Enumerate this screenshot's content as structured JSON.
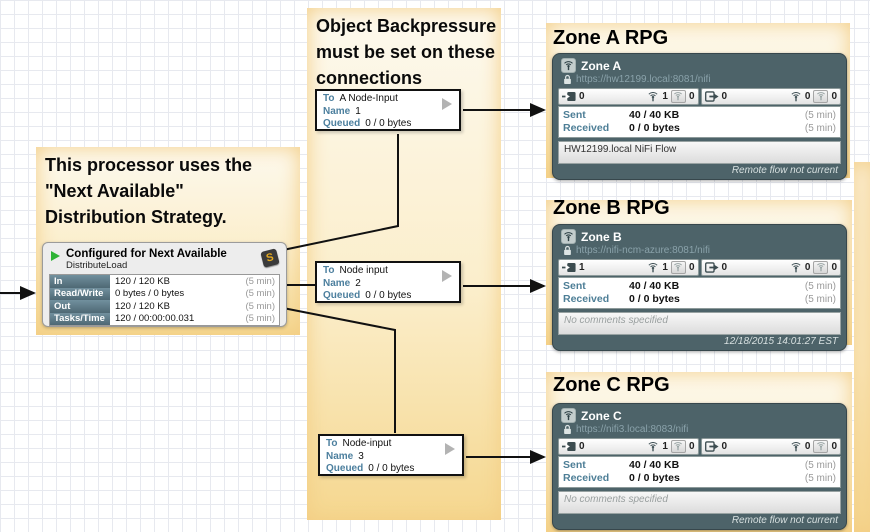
{
  "labels": {
    "to": "To",
    "name": "Name",
    "queued": "Queued",
    "sent": "Sent",
    "received": "Received",
    "window": "(5 min)"
  },
  "annotations": {
    "processor_note": "This processor uses the\n\"Next Available\"\nDistribution Strategy.",
    "backpressure_note": "Object Backpressure\nmust be set on these\nconnections"
  },
  "processor": {
    "title": "Configured for Next Available",
    "type": "DistributeLoad",
    "type_icon_glyph": "S",
    "stats": [
      {
        "label": "In",
        "value": "120 / 120 KB"
      },
      {
        "label": "Read/Write",
        "value": "0 bytes / 0 bytes"
      },
      {
        "label": "Out",
        "value": "120 / 120 KB"
      },
      {
        "label": "Tasks/Time",
        "value": "120 / 00:00:00.031"
      }
    ]
  },
  "connections": [
    {
      "to": "A Node-Input",
      "name": "1",
      "queued": "0 / 0 bytes"
    },
    {
      "to": "Node input",
      "name": "2",
      "queued": "0 / 0 bytes"
    },
    {
      "to": "Node-input",
      "name": "3",
      "queued": "0 / 0 bytes"
    }
  ],
  "rpgs": [
    {
      "title": "Zone A RPG",
      "name": "Zone A",
      "url": "https://hw12199.local:8081/nifi",
      "input_count": "0",
      "input_active": "1",
      "input_inactive": "0",
      "output_count": "0",
      "output_active": "0",
      "output_inactive": "0",
      "sent": "40 / 40 KB",
      "received": "0 / 0 bytes",
      "comment": "HW12199.local NiFi Flow",
      "footer": "Remote flow not current"
    },
    {
      "title": "Zone B RPG",
      "name": "Zone B",
      "url": "https://nifi-ncm-azure:8081/nifi",
      "input_count": "1",
      "input_active": "1",
      "input_inactive": "0",
      "output_count": "0",
      "output_active": "0",
      "output_inactive": "0",
      "sent": "40 / 40 KB",
      "received": "0 / 0 bytes",
      "comment": "No comments specified",
      "footer": "12/18/2015 14:01:27 EST"
    },
    {
      "title": "Zone C RPG",
      "name": "Zone C",
      "url": "https://nifi3.local:8083/nifi",
      "input_count": "0",
      "input_active": "1",
      "input_inactive": "0",
      "output_count": "0",
      "output_active": "0",
      "output_inactive": "0",
      "sent": "40 / 40 KB",
      "received": "0 / 0 bytes",
      "comment": "No comments specified",
      "footer": "Remote flow not current"
    }
  ],
  "colors": {
    "highlight_yellow": "#f5d78f",
    "rpg_header": "#4d6369",
    "stat_label_blue": "#4d7e96",
    "processor_label_bg": "#5e7a87",
    "play_green": "#2eb335",
    "wire_black": "#111111"
  }
}
